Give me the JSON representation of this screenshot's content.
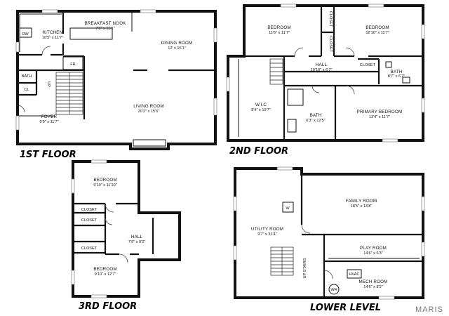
{
  "floors": {
    "first": {
      "label": "1ST FLOOR",
      "rooms": {
        "breakfast_nook": {
          "name": "BREAKFAST NOOK",
          "dim": "7'6\" x 15'1\""
        },
        "kitchen": {
          "name": "KITCHEN",
          "dim": "10'5\" x 11'7\""
        },
        "dining_room": {
          "name": "DINING ROOM",
          "dim": "12' x 15'1\""
        },
        "living_room": {
          "name": "LIVING ROOM",
          "dim": "20'2\" x 15'6\""
        },
        "foyer": {
          "name": "FOYER",
          "dim": "9'9\" x 11'7\""
        }
      },
      "tags": {
        "dw": "DW",
        "bath": "BATH",
        "cl": "CL",
        "fr": "FR",
        "stairs": "UP"
      }
    },
    "second": {
      "label": "2ND FLOOR",
      "rooms": {
        "bedroom_a": {
          "name": "BEDROOM",
          "dim": "11'6\" x 11'7\""
        },
        "bedroom_b": {
          "name": "BEDROOM",
          "dim": "12'10\" x 11'7\""
        },
        "hall": {
          "name": "HALL",
          "dim": "10'10\" x 6'7\""
        },
        "bath_a": {
          "name": "BATH",
          "dim": "8'7\" x 6'7\""
        },
        "wic": {
          "name": "W.I.C",
          "dim": "8'4\" x 19'7\""
        },
        "bath_b": {
          "name": "BATH",
          "dim": "6'3\" x 12'5\""
        },
        "primary_bedroom": {
          "name": "PRIMARY BEDROOM",
          "dim": "13'4\" x 11'7\""
        }
      },
      "tags": {
        "closet_a": "CLOSET",
        "closet_b": "CLOSET",
        "closet_c": "CLOSET"
      }
    },
    "third": {
      "label": "3RD FLOOR",
      "rooms": {
        "bedroom_a": {
          "name": "BEDROOM",
          "dim": "9'10\" x 11'10\""
        },
        "hall": {
          "name": "HALL",
          "dim": "7'9\" x 9'2\""
        },
        "bedroom_b": {
          "name": "BEDROOM",
          "dim": "9'10\" x 12'7\""
        }
      },
      "tags": {
        "closet_a": "CLOSET",
        "closet_b": "CLOSET",
        "closet_c": "CLOSET"
      }
    },
    "lower": {
      "label": "LOWER LEVEL",
      "rooms": {
        "utility_room": {
          "name": "UTILITY ROOM",
          "dim": "9'7\" x 31'4\""
        },
        "family_room": {
          "name": "FAMILY ROOM",
          "dim": "18'5\" x 13'8\""
        },
        "play_room": {
          "name": "PLAY ROOM",
          "dim": "14'6\" x 6'3\""
        },
        "mech_room": {
          "name": "MECH ROOM",
          "dim": "14'6\" x 8'2\""
        }
      },
      "tags": {
        "w": "W",
        "hvac": "HVAC",
        "wh": "WH",
        "stairs": "UP STAIRS"
      }
    }
  },
  "brand": "MARIS"
}
